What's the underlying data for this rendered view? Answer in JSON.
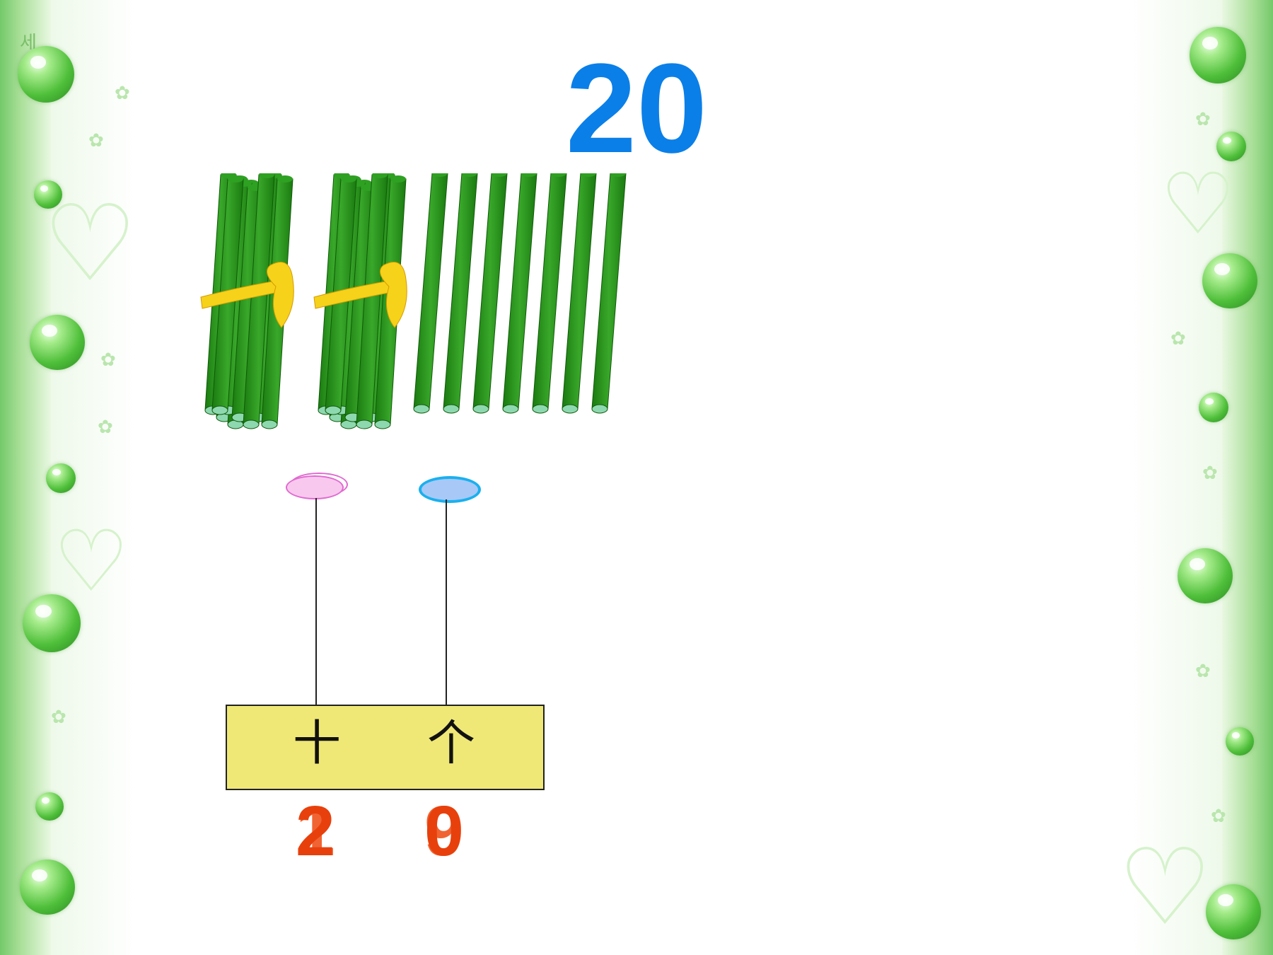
{
  "slide": {
    "number_title": "20",
    "corner_text": "세",
    "place_values": {
      "tens_label": "十",
      "ones_label": "个"
    },
    "digits": {
      "tens_overlapped": [
        "2",
        "1"
      ],
      "ones_overlapped": [
        "0",
        "9"
      ]
    },
    "sticks": {
      "bundled_bundles": 2,
      "loose_sticks": 7,
      "stick_color": "#1e8a14",
      "ribbon_color": "#f6d21a"
    },
    "colors": {
      "title": "#0a7fe8",
      "digits": "#e8400c",
      "tens_bead": "#f8c8ee",
      "ones_bead": "#a8c8f8",
      "abacus_base": "#efe876",
      "border": "#74c96a"
    },
    "decoration_icons": [
      "green-bubble-icon",
      "heart-outline-icon",
      "sparkle-icon"
    ]
  }
}
